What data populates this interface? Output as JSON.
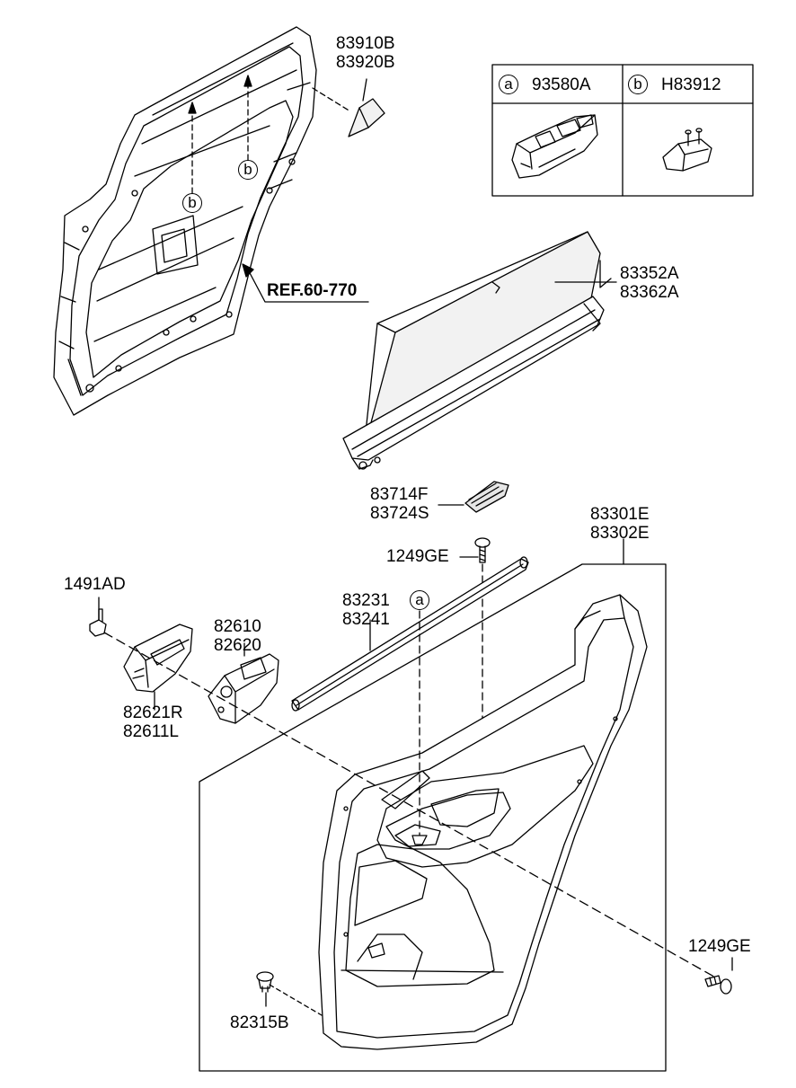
{
  "legend": {
    "a": {
      "marker": "a",
      "part": "93580A"
    },
    "b": {
      "marker": "b",
      "part": "H83912"
    }
  },
  "callouts": {
    "frame_b_upper": "b",
    "frame_b_lower": "b",
    "switch_a": "a"
  },
  "parts": {
    "p83910": [
      "83910B",
      "83920B"
    ],
    "ref": "REF.60-770",
    "p83352": [
      "83352A",
      "83362A"
    ],
    "p83714": [
      "83714F",
      "83724S"
    ],
    "p1249_top": "1249GE",
    "p83301": [
      "83301E",
      "83302E"
    ],
    "p1491": "1491AD",
    "p83231": [
      "83231",
      "83241"
    ],
    "p82610": [
      "82610",
      "82620"
    ],
    "p82621": [
      "82621R",
      "82611L"
    ],
    "p1249_bottom": "1249GE",
    "p82315": "82315B"
  },
  "colors": {
    "line": "#000000",
    "background": "#ffffff",
    "fill_light": "#f2f2f2"
  }
}
